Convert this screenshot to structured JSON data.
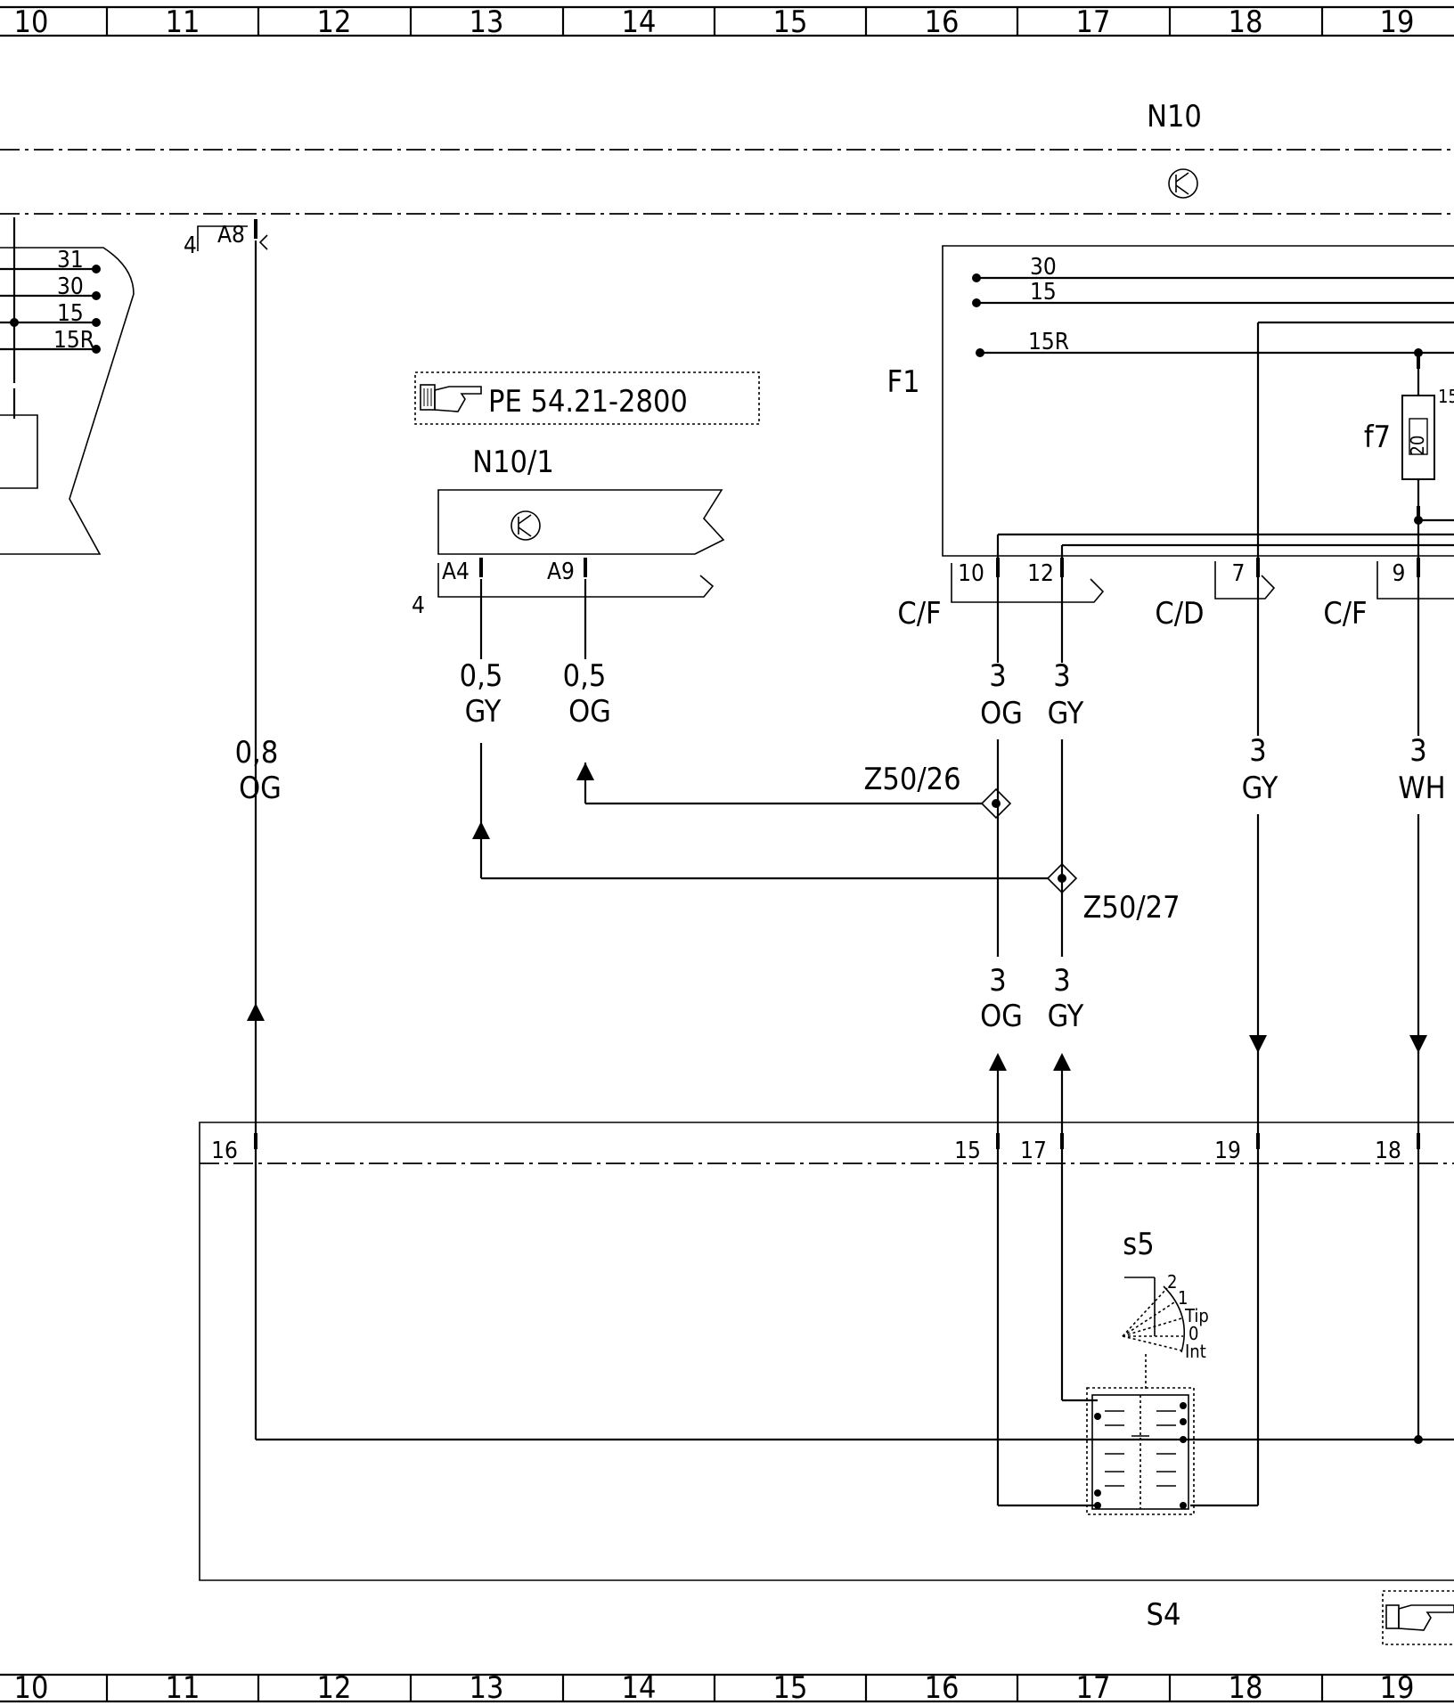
{
  "grid": {
    "columns": [
      "10",
      "11",
      "12",
      "13",
      "14",
      "15",
      "16",
      "17",
      "18",
      "19"
    ]
  },
  "components": {
    "n10": "N10",
    "n10_1": "N10/1",
    "f1": "F1",
    "f7": "f7",
    "f7_rating": "20",
    "f7_pin": "15",
    "s4": "S4",
    "s5": "s5",
    "ref": "PE 54.21-2800"
  },
  "terminals": {
    "left_block": [
      "31",
      "30",
      "15",
      "15R"
    ],
    "f1_bus": [
      "30",
      "15",
      "15R"
    ]
  },
  "connectors": {
    "a8": "A8",
    "a4": "A4",
    "a9": "A9",
    "four_a8": "4",
    "four_n10_1": "4",
    "p10": "10",
    "p12": "12",
    "p7": "7",
    "p9": "9",
    "cf_1": "C/F",
    "cd": "C/D",
    "cf_2": "C/F",
    "s4_16": "16",
    "s4_15": "15",
    "s4_17": "17",
    "s4_19": "19",
    "s4_18": "18"
  },
  "junctions": {
    "z26": "Z50/26",
    "z27": "Z50/27"
  },
  "wires": {
    "w_a8_size": "0,8",
    "w_a8_color": "OG",
    "w_a4_size": "0,5",
    "w_a4_color": "GY",
    "w_a9_size": "0,5",
    "w_a9_color": "OG",
    "w_10_size": "3",
    "w_10_color": "OG",
    "w_12_size": "3",
    "w_12_color": "GY",
    "w_7_size": "3",
    "w_7_color": "GY",
    "w_9_size": "3",
    "w_9_color": "WH",
    "w_15_size": "3",
    "w_15_color": "OG",
    "w_17_size": "3",
    "w_17_color": "GY"
  },
  "switch_positions": [
    "2",
    "1",
    "Tip",
    "0",
    "Int"
  ]
}
